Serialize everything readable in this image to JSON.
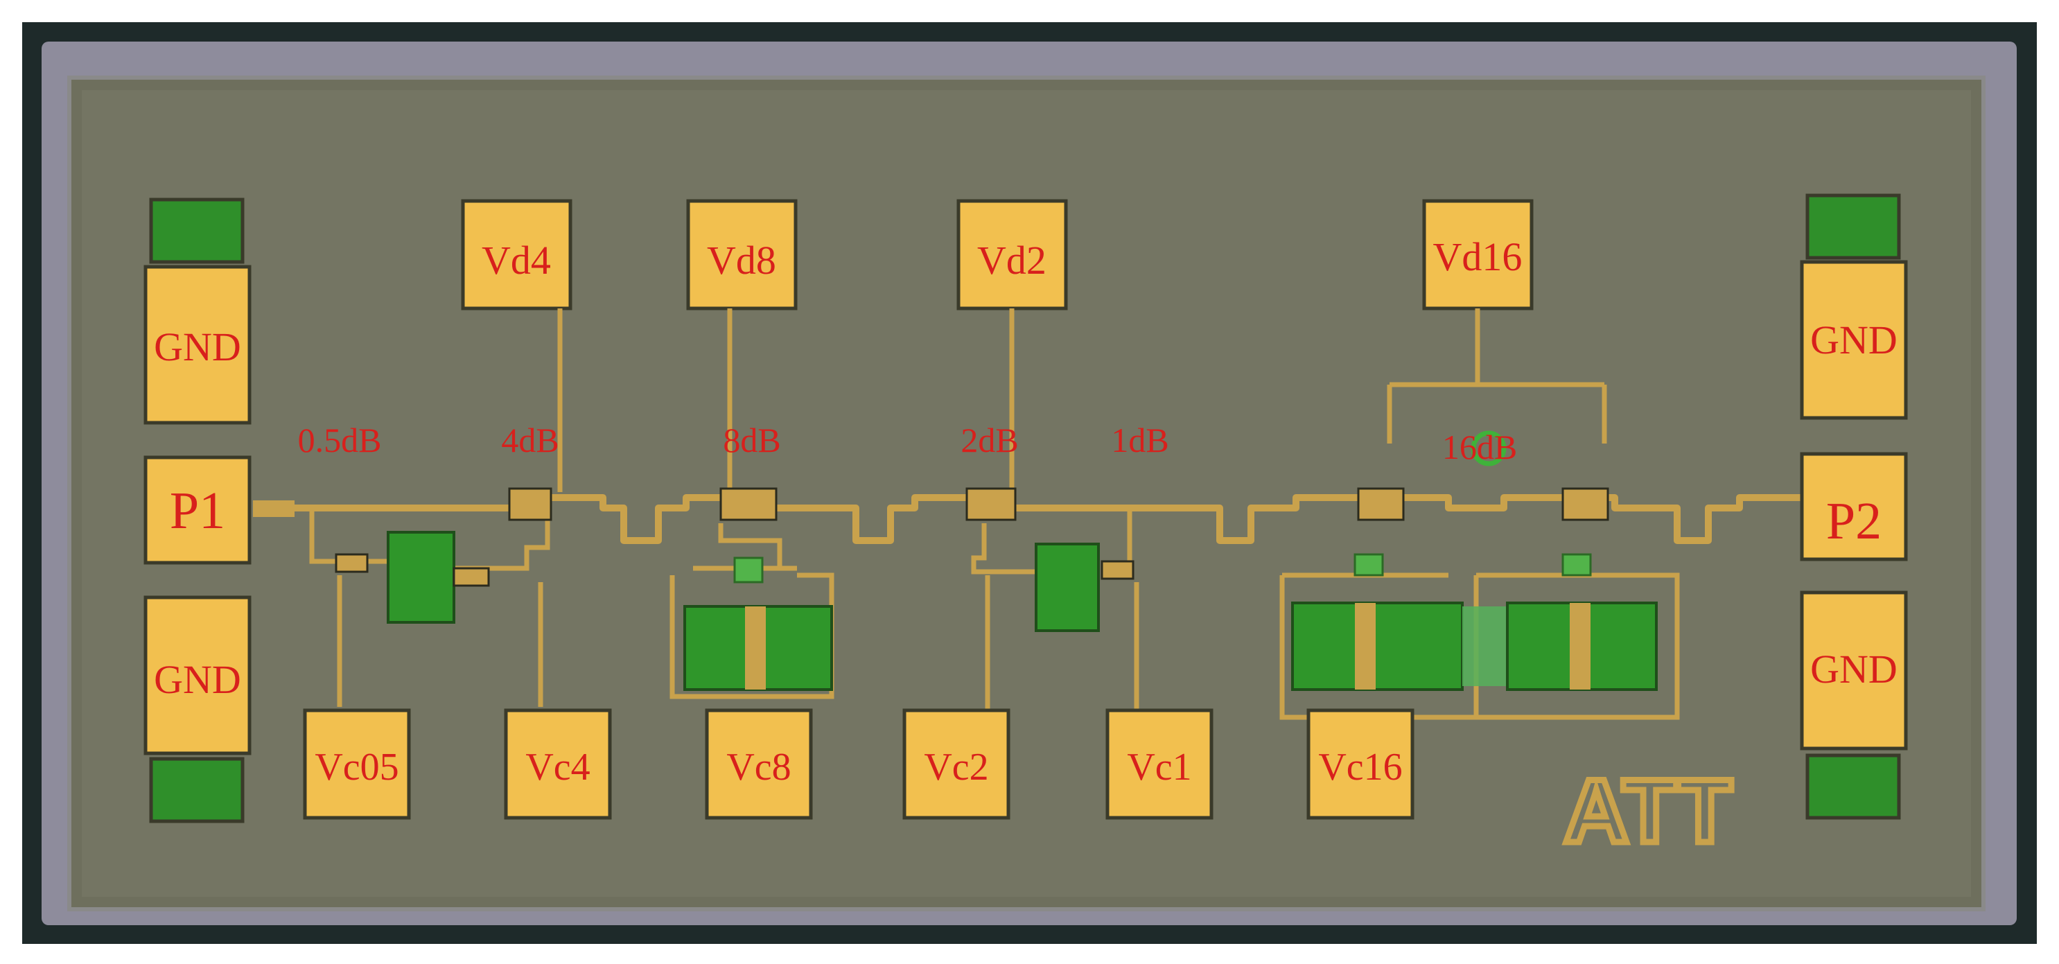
{
  "ports": {
    "p1": "P1",
    "p2": "P2"
  },
  "grounds": {
    "left_top": "GND",
    "left_bottom": "GND",
    "right_top": "GND",
    "right_bottom": "GND"
  },
  "drain_pads": {
    "vd4": "Vd4",
    "vd8": "Vd8",
    "vd2": "Vd2",
    "vd16": "Vd16"
  },
  "control_pads": {
    "vc05": "Vc05",
    "vc4": "Vc4",
    "vc8": "Vc8",
    "vc2": "Vc2",
    "vc1": "Vc1",
    "vc16": "Vc16"
  },
  "stage_labels": {
    "s05": "0.5dB",
    "s4": "4dB",
    "s8": "8dB",
    "s2": "2dB",
    "s1": "1dB",
    "s16": "16dB"
  },
  "logo": "ATT",
  "colors": {
    "substrate": "#7a7b68",
    "gold": "#f2c04f",
    "trace": "#c9a24c",
    "resistor_green": "#2f962a",
    "annotation_red": "#d8201c"
  }
}
